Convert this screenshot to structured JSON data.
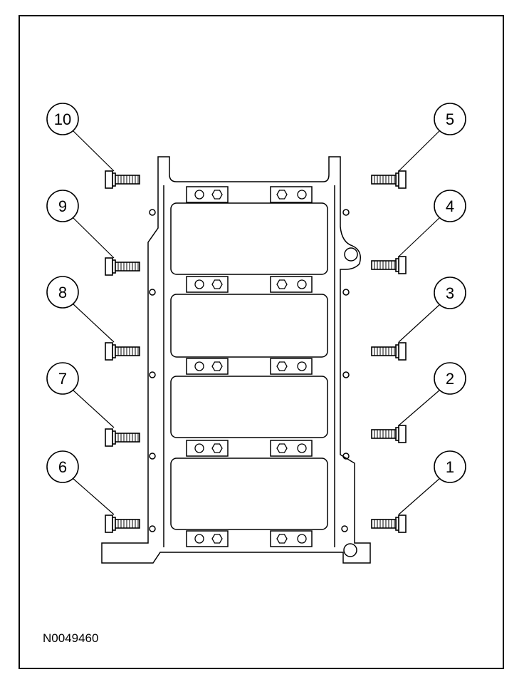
{
  "figure": {
    "id": "N0049460",
    "callouts": [
      "1",
      "2",
      "3",
      "4",
      "5",
      "6",
      "7",
      "8",
      "9",
      "10"
    ]
  }
}
